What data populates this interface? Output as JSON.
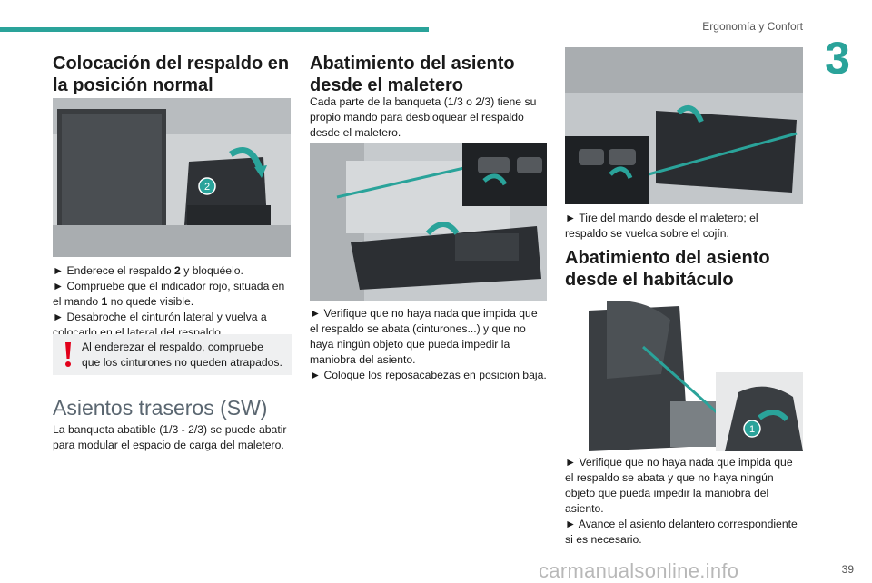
{
  "header": {
    "section": "Ergonomía y Confort",
    "chapter": "3",
    "page": "39"
  },
  "col1": {
    "title": "Colocación del respaldo en la posición normal",
    "image_label": "2",
    "steps": [
      "Enderece el respaldo",
      "2",
      "y bloquéelo.",
      "Compruebe que el indicador rojo, situada en el mando",
      "1",
      "no quede visible.",
      "Desabroche el cinturón lateral y vuelva a colocarlo en el lateral del respaldo."
    ],
    "warning": "Al enderezar el respaldo, compruebe que los cinturones no queden atrapados.",
    "section_title": "Asientos traseros (SW)",
    "section_text": "La banqueta abatible (1/3 - 2/3) se puede abatir para modular el espacio de carga del maletero."
  },
  "col2": {
    "title": "Abatimiento del asiento desde el maletero",
    "intro": "Cada parte de la banqueta (1/3 o 2/3) tiene su propio mando para desbloquear el respaldo desde el maletero.",
    "steps": [
      "Verifique que no haya nada que impida que el respaldo se abata (cinturones...) y que no haya ningún objeto que pueda impedir la maniobra del asiento.",
      "Coloque los reposacabezas en posición baja."
    ]
  },
  "col3": {
    "step_top": "Tire del mando desde el maletero; el respaldo se vuelca sobre el cojín.",
    "title": "Abatimiento del asiento desde el habitáculo",
    "image_label": "1",
    "steps": [
      "Verifique que no haya nada que impida que el respaldo se abata y que no haya ningún objeto que pueda impedir la maniobra del asiento.",
      "Avance el asiento delantero correspondiente si es necesario."
    ]
  },
  "bullet": "►",
  "warning_icon": "exclamation-icon",
  "colors": {
    "accent": "#2aa39a",
    "warning": "#e2001a"
  },
  "watermark": "carmanualsonline.info"
}
